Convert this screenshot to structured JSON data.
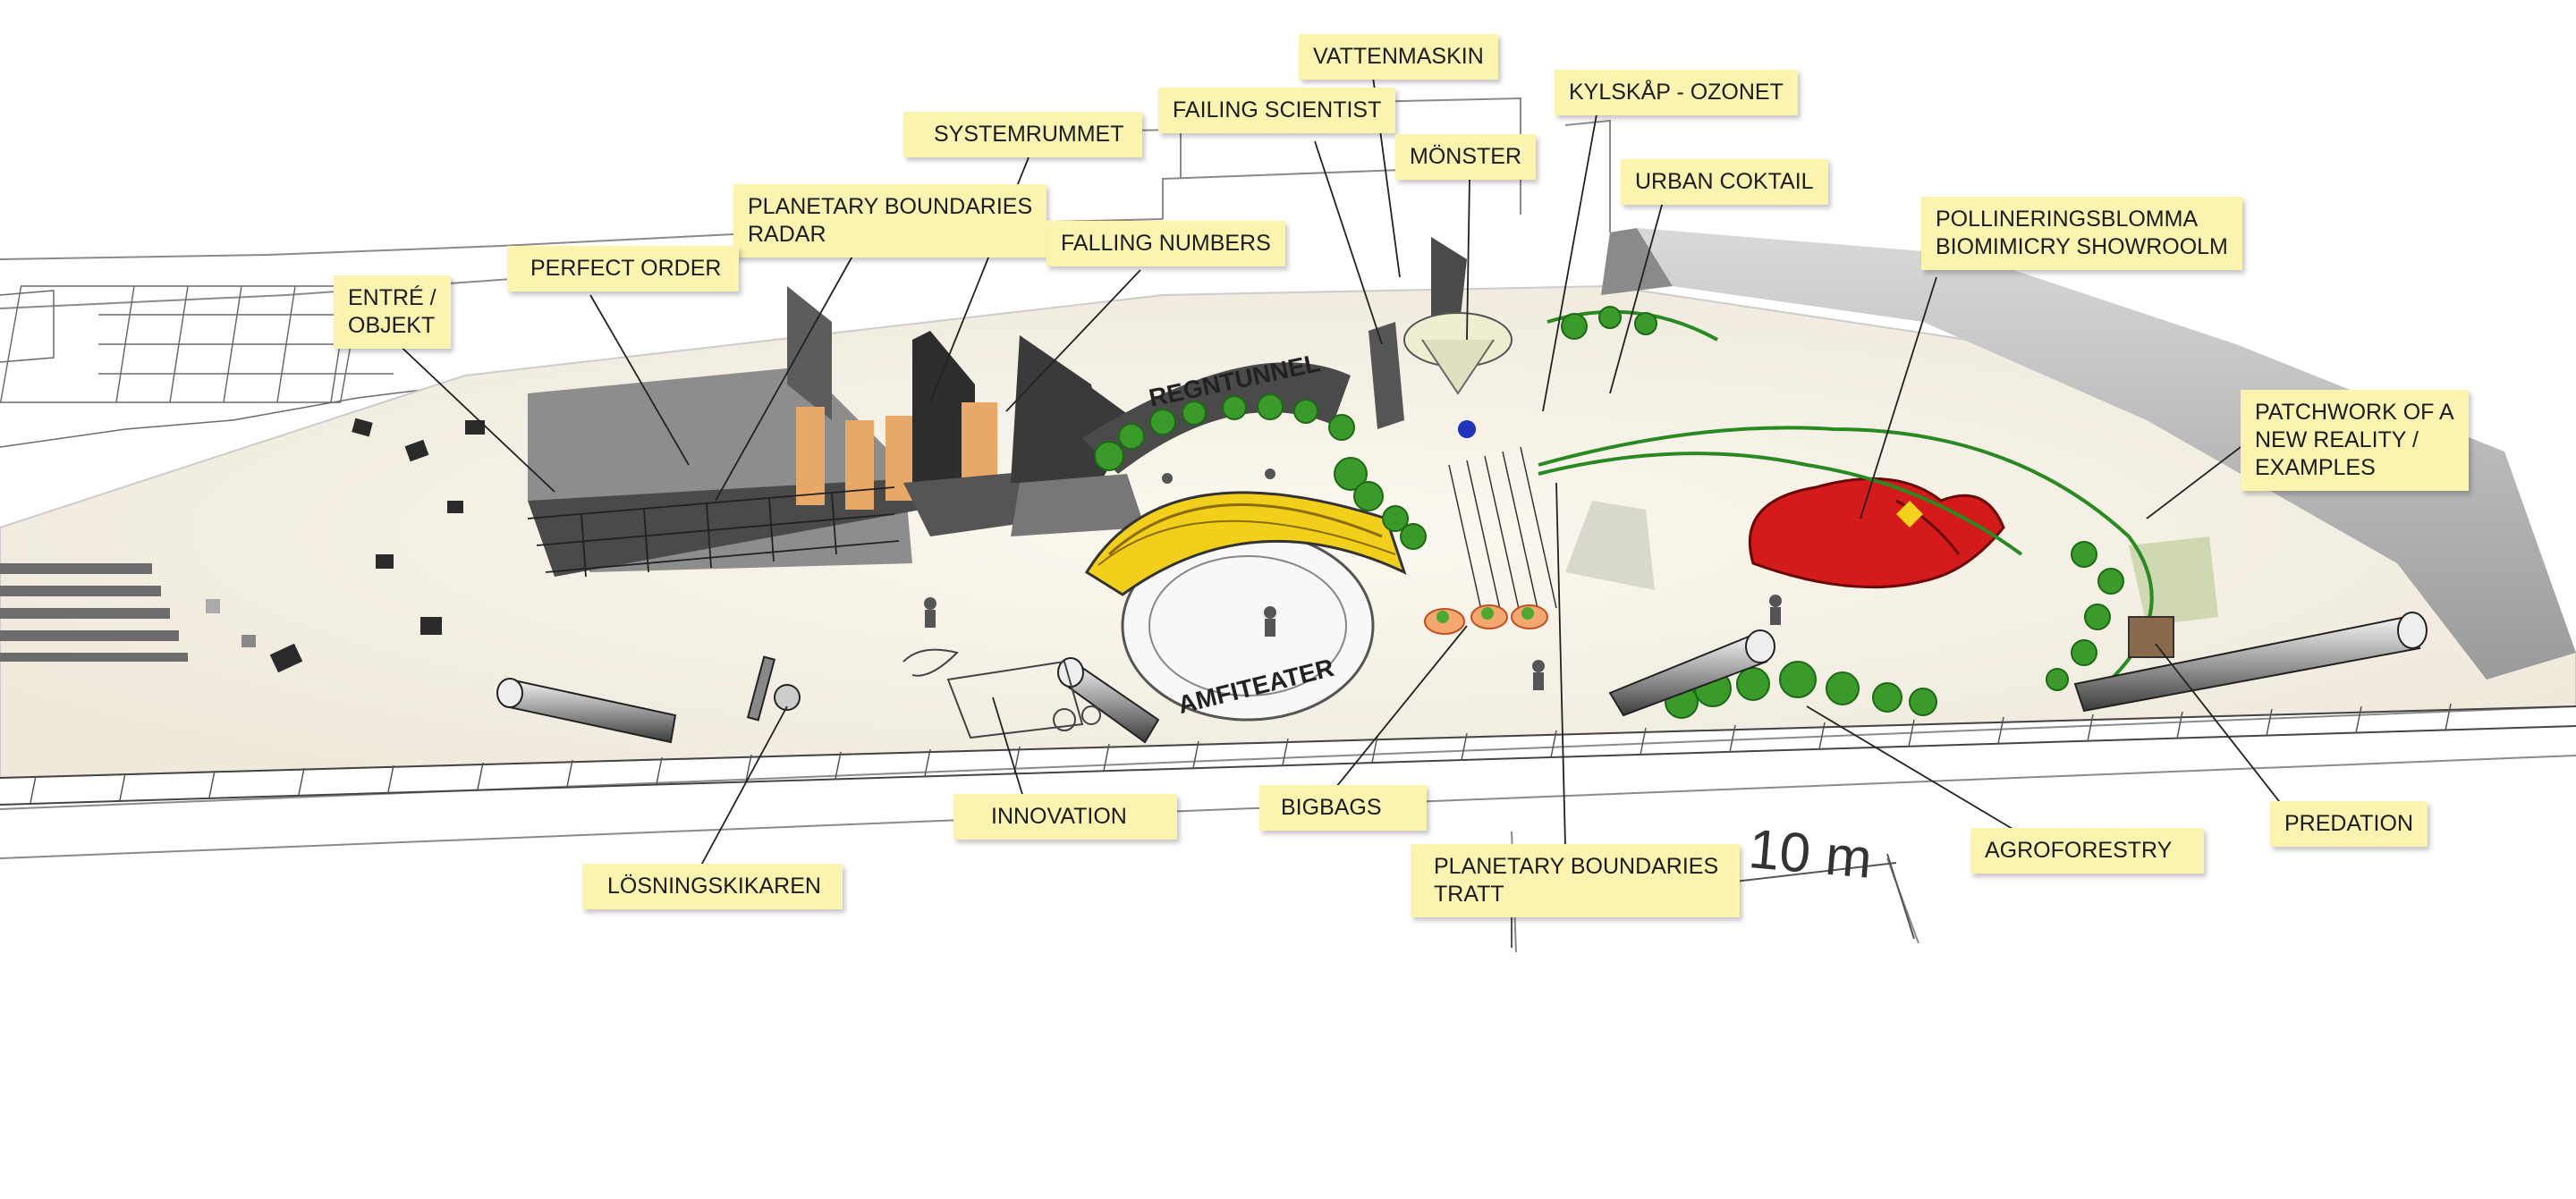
{
  "labels": {
    "vattenmaskin": "VATTENMASKIN",
    "failing_scientist": "FAILING SCIENTIST",
    "kylskap": "KYLSKÅP - OZONET",
    "systemrummet": "SYSTEMRUMMET",
    "monster": "MÖNSTER",
    "urban_coktail": "URBAN COKTAIL",
    "pb_radar_1": "PLANETARY BOUNDARIES",
    "pb_radar_2": "RADAR",
    "falling_numbers": "FALLING NUMBERS",
    "pollinering_1": "POLLINERINGSBLOMMA",
    "pollinering_2": "BIOMIMICRY SHOWROOLM",
    "perfect_order": "PERFECT ORDER",
    "entre_1": "ENTRÉ /",
    "entre_2": "OBJEKT",
    "patchwork_1": "PATCHWORK OF A",
    "patchwork_2": "NEW REALITY /",
    "patchwork_3": "EXAMPLES",
    "innovation": "INNOVATION",
    "bigbags": "BIGBAGS",
    "predation": "PREDATION",
    "agroforestry": "AGROFORESTRY",
    "pb_tratt_1": "PLANETARY BOUNDARIES",
    "pb_tratt_2": "TRATT",
    "losningskikaren": "LÖSNINGSKIKAREN"
  },
  "plan_text": {
    "regntunnel": "REGNTUNNEL",
    "amfiteater": "AMFITEATER",
    "scale": "10 m"
  },
  "colors": {
    "label_bg": "#fbf4b0",
    "amphitheater_yellow": "#f2cf1a",
    "flower_red": "#d41a1a",
    "plant_green": "#3a9a2a",
    "wall_grey": "#6e6e6e"
  }
}
